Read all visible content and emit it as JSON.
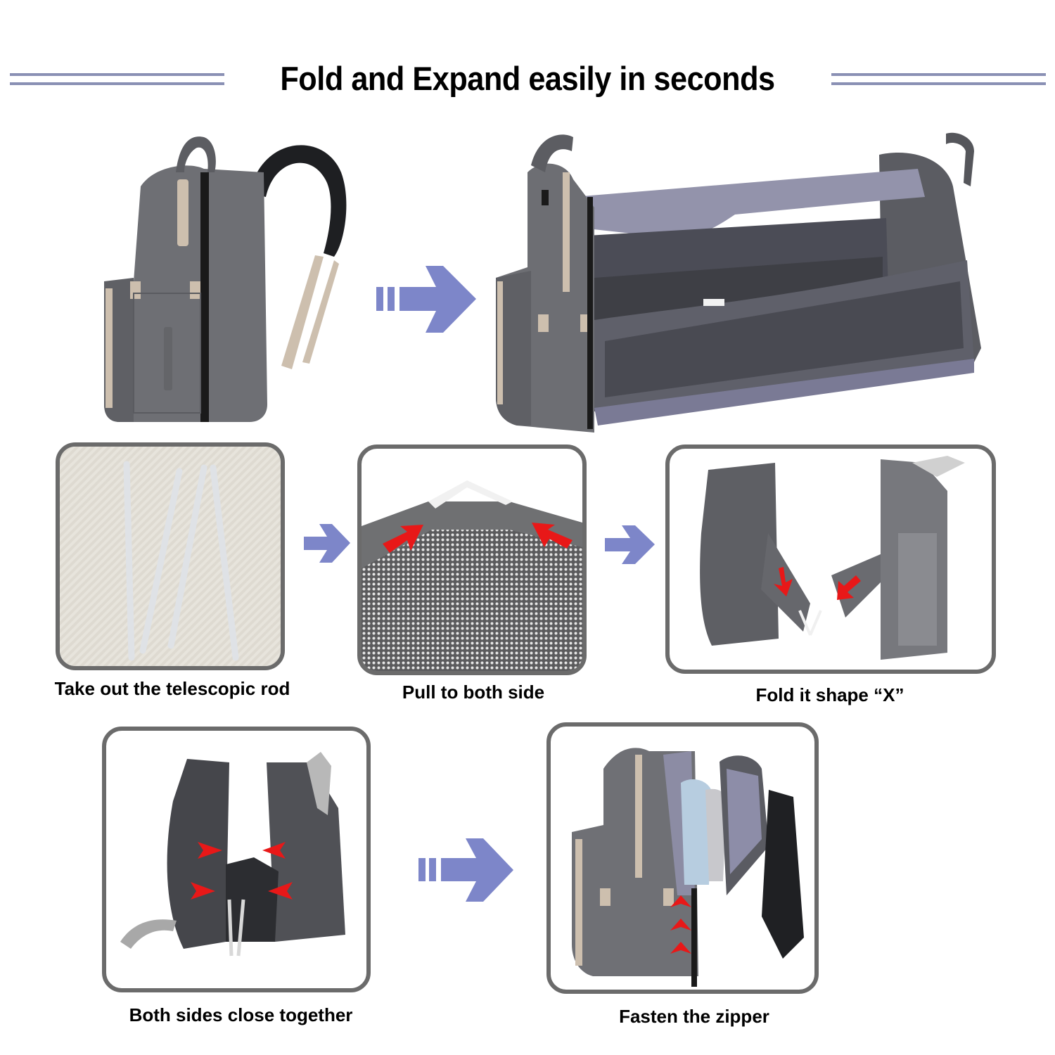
{
  "header": {
    "title": "Fold and Expand easily in seconds",
    "rule_color": "#8a90b4"
  },
  "arrow_color": "#7d86c9",
  "hero": {
    "left_image": "folded-backpack-side-view",
    "right_image": "expanded-backpack-bassinet"
  },
  "steps": [
    {
      "caption": "Take out the telescopic rod",
      "image": "telescopic-rods"
    },
    {
      "caption": "Pull to both side",
      "image": "mesh-pull-sides"
    },
    {
      "caption": "Fold it shape “X”",
      "image": "fold-x-shape"
    },
    {
      "caption": "Both sides close together",
      "image": "sides-close-together"
    },
    {
      "caption": "Fasten the zipper",
      "image": "fasten-zipper"
    }
  ],
  "colors": {
    "bag_gray": "#6e6f74",
    "bag_dark": "#4e4f55",
    "canopy": "#8d8da5",
    "beige_trim": "#cdbfae",
    "red_arrow": "#e81818",
    "panel_border": "#6b6b6b"
  }
}
